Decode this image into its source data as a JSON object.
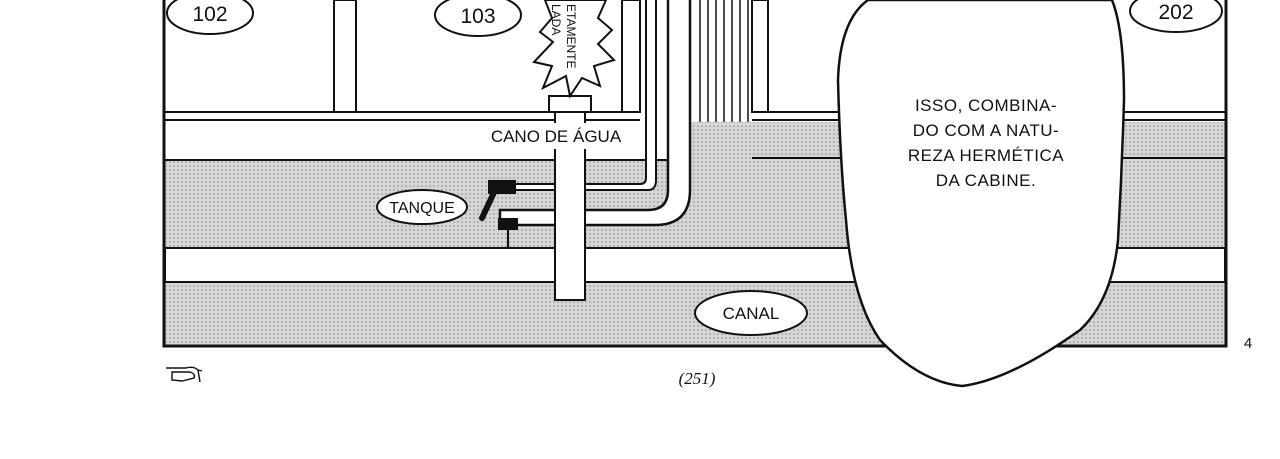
{
  "rooms": {
    "room_102": "102",
    "room_103": "103",
    "room_202": "202"
  },
  "labels": {
    "water_pipe": "CANO DE ÁGUA",
    "tank": "TANQUE",
    "canal": "CANAL",
    "spiky_line1": "ETAMENTE",
    "spiky_line2": "LADA"
  },
  "speech_bubble": {
    "line1": "ISSO, COMBINA-",
    "line2": "DO COM A NATU-",
    "line3": "REZA HERMÉTICA",
    "line4": "DA CABINE."
  },
  "page": {
    "panel_number": "4",
    "page_number": "(251)"
  },
  "colors": {
    "ink": "#111111",
    "screentone": "#cfcfcf",
    "paper": "#ffffff"
  }
}
